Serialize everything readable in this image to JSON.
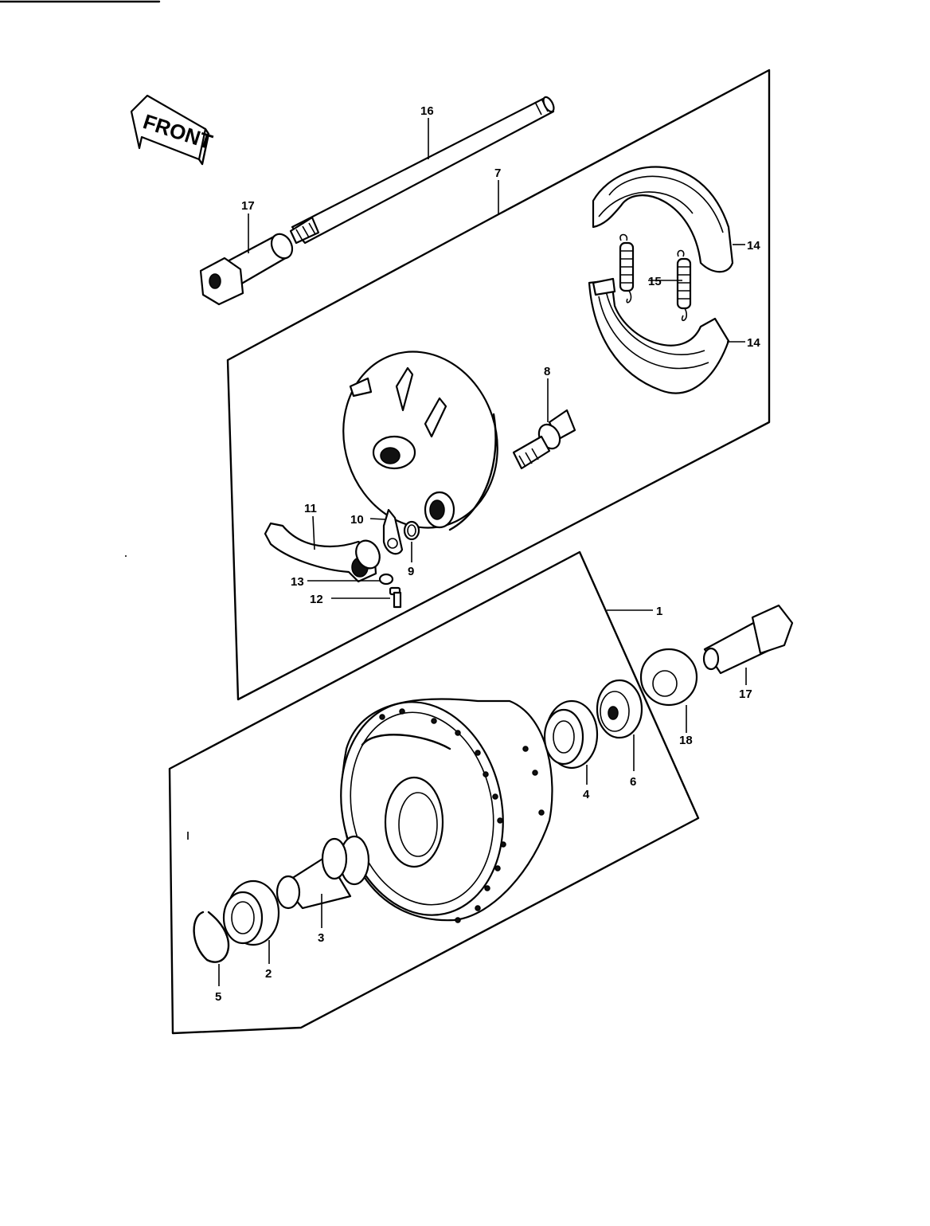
{
  "front_label": "FRONT",
  "callouts": {
    "c1": "1",
    "c2": "2",
    "c3": "3",
    "c4": "4",
    "c5": "5",
    "c6": "6",
    "c7": "7",
    "c8": "8",
    "c9": "9",
    "c10": "10",
    "c11": "11",
    "c12": "12",
    "c13": "13",
    "c14a": "14",
    "c14b": "14",
    "c15": "15",
    "c16": "16",
    "c17a": "17",
    "c17b": "17",
    "c18": "18"
  }
}
